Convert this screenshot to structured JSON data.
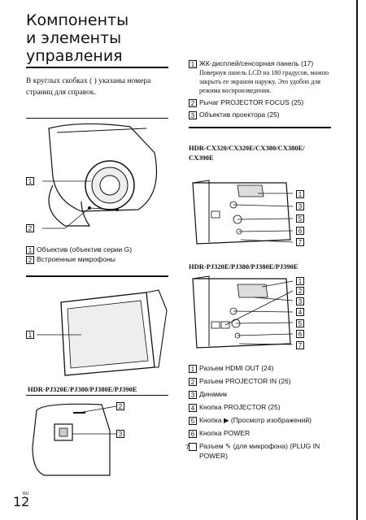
{
  "page": {
    "title_lines": [
      "Компоненты",
      "и элементы",
      "управления"
    ],
    "intro": "В круглых скобках ( ) указаны номера страниц для справок.",
    "page_number": "12",
    "lang_code": "RU"
  },
  "left": {
    "callouts_top": [
      "1",
      "2"
    ],
    "items_top": [
      {
        "n": "1",
        "text": "Объектив (объектив серии G)"
      },
      {
        "n": "2",
        "text": "Встроенные микрофоны"
      }
    ],
    "callout_lcd": "1",
    "model_bottom": "HDR-PJ320E/PJ380/PJ380E/PJ390E",
    "callouts_bottom": [
      "2",
      "3"
    ]
  },
  "right": {
    "items_top": [
      {
        "n": "1",
        "text": "ЖК-дисплей/сенсорная панель (17)",
        "sub": "Повернув панель LCD на 180 градусов, можно закрыть ее экраном наружу. Это удобно для режима воспроизведения."
      },
      {
        "n": "2",
        "text": "Рычаг PROJECTOR FOCUS (25)"
      },
      {
        "n": "3",
        "text": "Объектив проектора (25)"
      }
    ],
    "model_a": "HDR-CX320/CX320E/CX380/CX380E/ CX390E",
    "callouts_a": [
      "1",
      "3",
      "5",
      "6",
      "7"
    ],
    "model_b": "HDR-PJ320E/PJ380/PJ380E/PJ390E",
    "callouts_b": [
      "1",
      "2",
      "3",
      "4",
      "5",
      "6",
      "7"
    ],
    "items_bottom": [
      {
        "n": "1",
        "text": "Разъем HDMI OUT (24)"
      },
      {
        "n": "2",
        "text": "Разъем PROJECTOR IN (26)"
      },
      {
        "n": "3",
        "text": "Динамик"
      },
      {
        "n": "4",
        "text": "Кнопка PROJECTOR (25)"
      },
      {
        "n": "5",
        "text": "Кнопка ▶ (Просмотр изображений)"
      },
      {
        "n": "6",
        "text": "Кнопка POWER"
      },
      {
        "n": "7",
        "text": "Разъем ✎ (для микрофона) (PLUG IN POWER)"
      }
    ]
  }
}
